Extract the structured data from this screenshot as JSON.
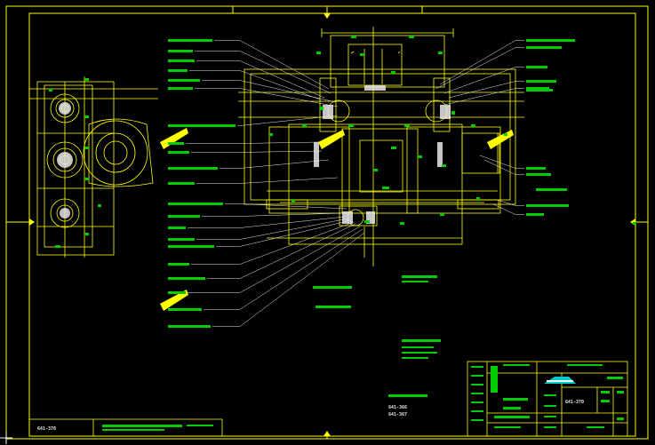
{
  "drawing": {
    "corner_code": "641-370",
    "title_block_code": "641-370",
    "bottom_note_1": "641-366",
    "bottom_note_2": "641-367"
  },
  "colors": {
    "background": "#000000",
    "frame_lines": "#ffff00",
    "annotation_bars": "#00cc00",
    "leader_lines": "#e8e8e8",
    "title_block_accent": "#00cccc"
  }
}
